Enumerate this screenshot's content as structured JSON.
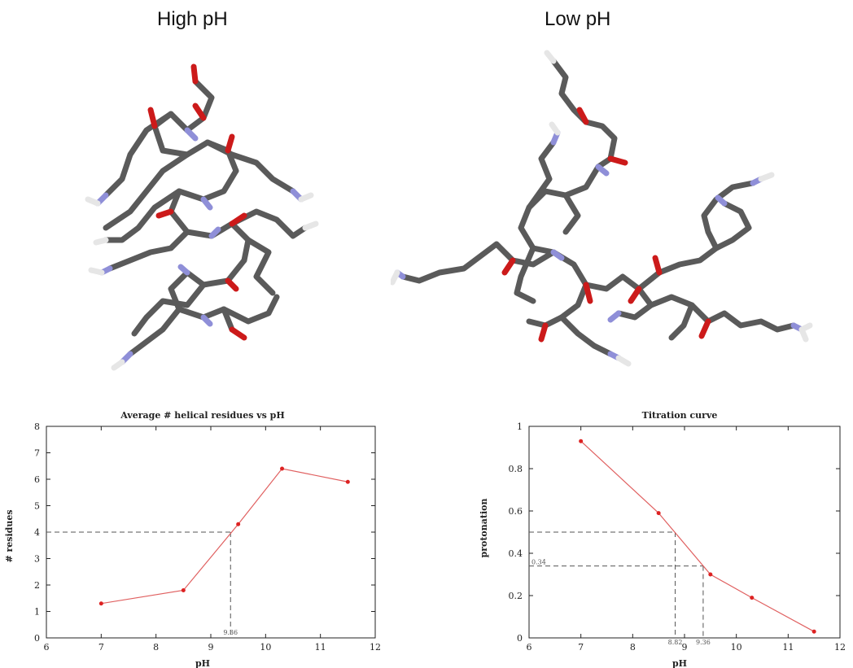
{
  "panels": {
    "high_label": "High pH",
    "low_label": "Low pH"
  },
  "colors": {
    "carbon": "#5d5d5d",
    "nitrogen": "#8f8fd8",
    "oxygen": "#cc1a1a",
    "hydrogen": "#e6e6e6",
    "series": "#e06060",
    "marker": "#dd2222",
    "guide": "#555555"
  },
  "chart_data": [
    {
      "type": "line",
      "title": "Average # helical residues vs pH",
      "xlabel": "pH",
      "ylabel": "# residues",
      "xlim": [
        6,
        12
      ],
      "ylim": [
        0,
        8
      ],
      "xticks": [
        "6",
        "7",
        "8",
        "9",
        "10",
        "11",
        "12"
      ],
      "yticks": [
        "0",
        "1",
        "2",
        "3",
        "4",
        "5",
        "6",
        "7",
        "8"
      ],
      "x": [
        7,
        8.5,
        9.5,
        10.3,
        11.5
      ],
      "values": [
        1.3,
        1.8,
        4.3,
        6.4,
        5.9
      ],
      "guides": {
        "x": 9.36,
        "y": 4
      },
      "annotations": [
        "9.36"
      ]
    },
    {
      "type": "line",
      "title": "Titration curve",
      "xlabel": "pH",
      "ylabel": "protonation",
      "xlim": [
        6,
        12
      ],
      "ylim": [
        0,
        1
      ],
      "xticks": [
        "6",
        "7",
        "8",
        "9",
        "10",
        "11",
        "12"
      ],
      "yticks": [
        "0",
        "0.2",
        "0.4",
        "0.6",
        "0.8",
        "1"
      ],
      "x": [
        7,
        8.5,
        9.5,
        10.3,
        11.5
      ],
      "values": [
        0.93,
        0.59,
        0.3,
        0.19,
        0.03
      ],
      "guides": [
        {
          "x": 8.82,
          "y": 0.5
        },
        {
          "x": 9.36,
          "y": 0.34
        }
      ],
      "annotations": [
        "8.82",
        "9.36",
        "0.34"
      ]
    }
  ]
}
